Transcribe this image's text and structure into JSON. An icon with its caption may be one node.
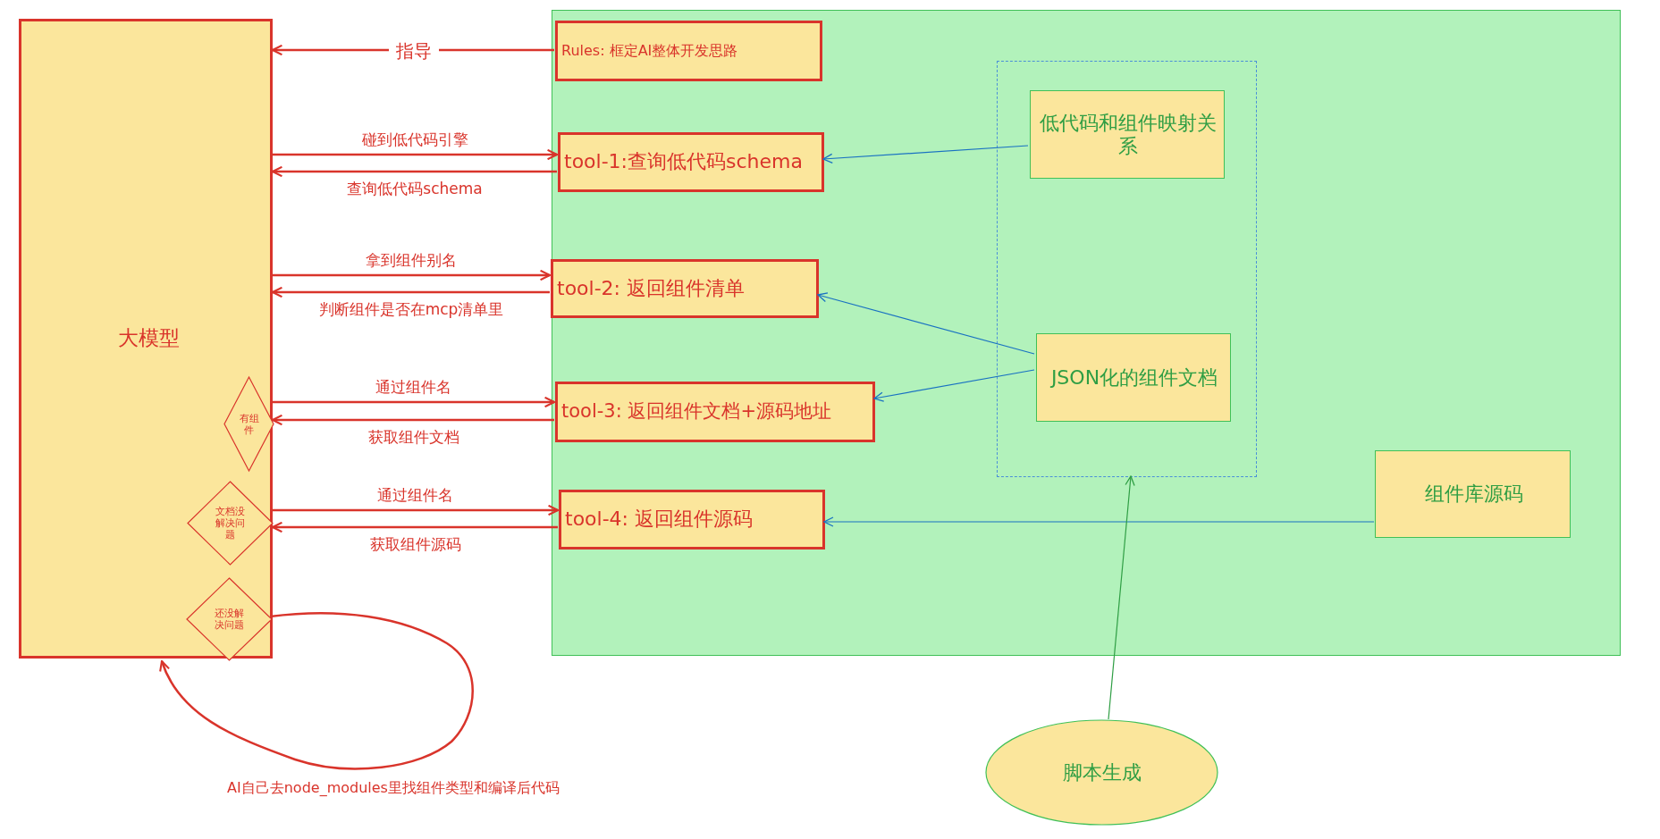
{
  "diagram": {
    "nodes": [
      {
        "text": [
          "大模型"
        ]
      },
      {
        "text": [
          "有组件"
        ],
        "in": 0
      },
      {
        "text": [
          "文档没解决问题"
        ],
        "in": 0
      },
      {
        "text": [
          "还没解决问题"
        ],
        "in": 0
      },
      {
        "text": [],
        "shape": "box"
      },
      {
        "text": [
          "Rules: 框定AI整体开发思路"
        ],
        "in": 4
      },
      {
        "text": [
          "tool-1:查询低代码schema"
        ],
        "in": 4
      },
      {
        "text": [
          "tool-2: 返回组件清单"
        ],
        "in": 4
      },
      {
        "text": [
          "tool-3: 返回组件文档+源码地址"
        ],
        "in": 4
      },
      {
        "text": [
          "tool-4: 返回组件源码"
        ],
        "in": 4
      },
      {
        "text": [],
        "shape": "box",
        "in": 4
      },
      {
        "text": [
          "低代码和组件映射关系"
        ],
        "in": 10
      },
      {
        "text": [
          "JSON化的组件文档"
        ],
        "in": 10
      },
      {
        "text": [
          "组件库源码"
        ],
        "in": 4
      },
      {
        "text": [
          "脚本生成"
        ]
      }
    ],
    "edges": [
      {
        "from": 5,
        "to": 0,
        "arrow": "to",
        "label": "指导"
      },
      {
        "from": 0,
        "to": 6,
        "arrow": "to",
        "label": "碰到低代码引擎"
      },
      {
        "from": 6,
        "to": 0,
        "arrow": "to",
        "label": "查询低代码schema"
      },
      {
        "from": 0,
        "to": 7,
        "arrow": "to",
        "label": "拿到组件别名"
      },
      {
        "from": 7,
        "to": 0,
        "arrow": "to",
        "label": "判断组件是否在mcp清单里"
      },
      {
        "from": 0,
        "to": 8,
        "arrow": "to",
        "label": "通过组件名"
      },
      {
        "from": 8,
        "to": 0,
        "arrow": "to",
        "label": "获取组件文档"
      },
      {
        "from": 0,
        "to": 9,
        "arrow": "to",
        "label": "通过组件名"
      },
      {
        "from": 9,
        "to": 0,
        "arrow": "to",
        "label": "获取组件源码"
      },
      {
        "from": 11,
        "to": 6,
        "arrow": "to",
        "color": "#1971c2"
      },
      {
        "from": 12,
        "to": 7,
        "arrow": "to",
        "color": "#1971c2"
      },
      {
        "from": 12,
        "to": 8,
        "arrow": "to",
        "color": "#1971c2"
      },
      {
        "from": 13,
        "to": 9,
        "arrow": "to",
        "color": "#1971c2"
      },
      {
        "from": 14,
        "to": 10,
        "arrow": "to",
        "color": "#2f9e44"
      },
      {
        "from": 3,
        "to": 0,
        "arrow": "to"
      }
    ],
    "labels": [
      "AI自己去node_modules里找组件类型和编译后代码"
    ]
  }
}
